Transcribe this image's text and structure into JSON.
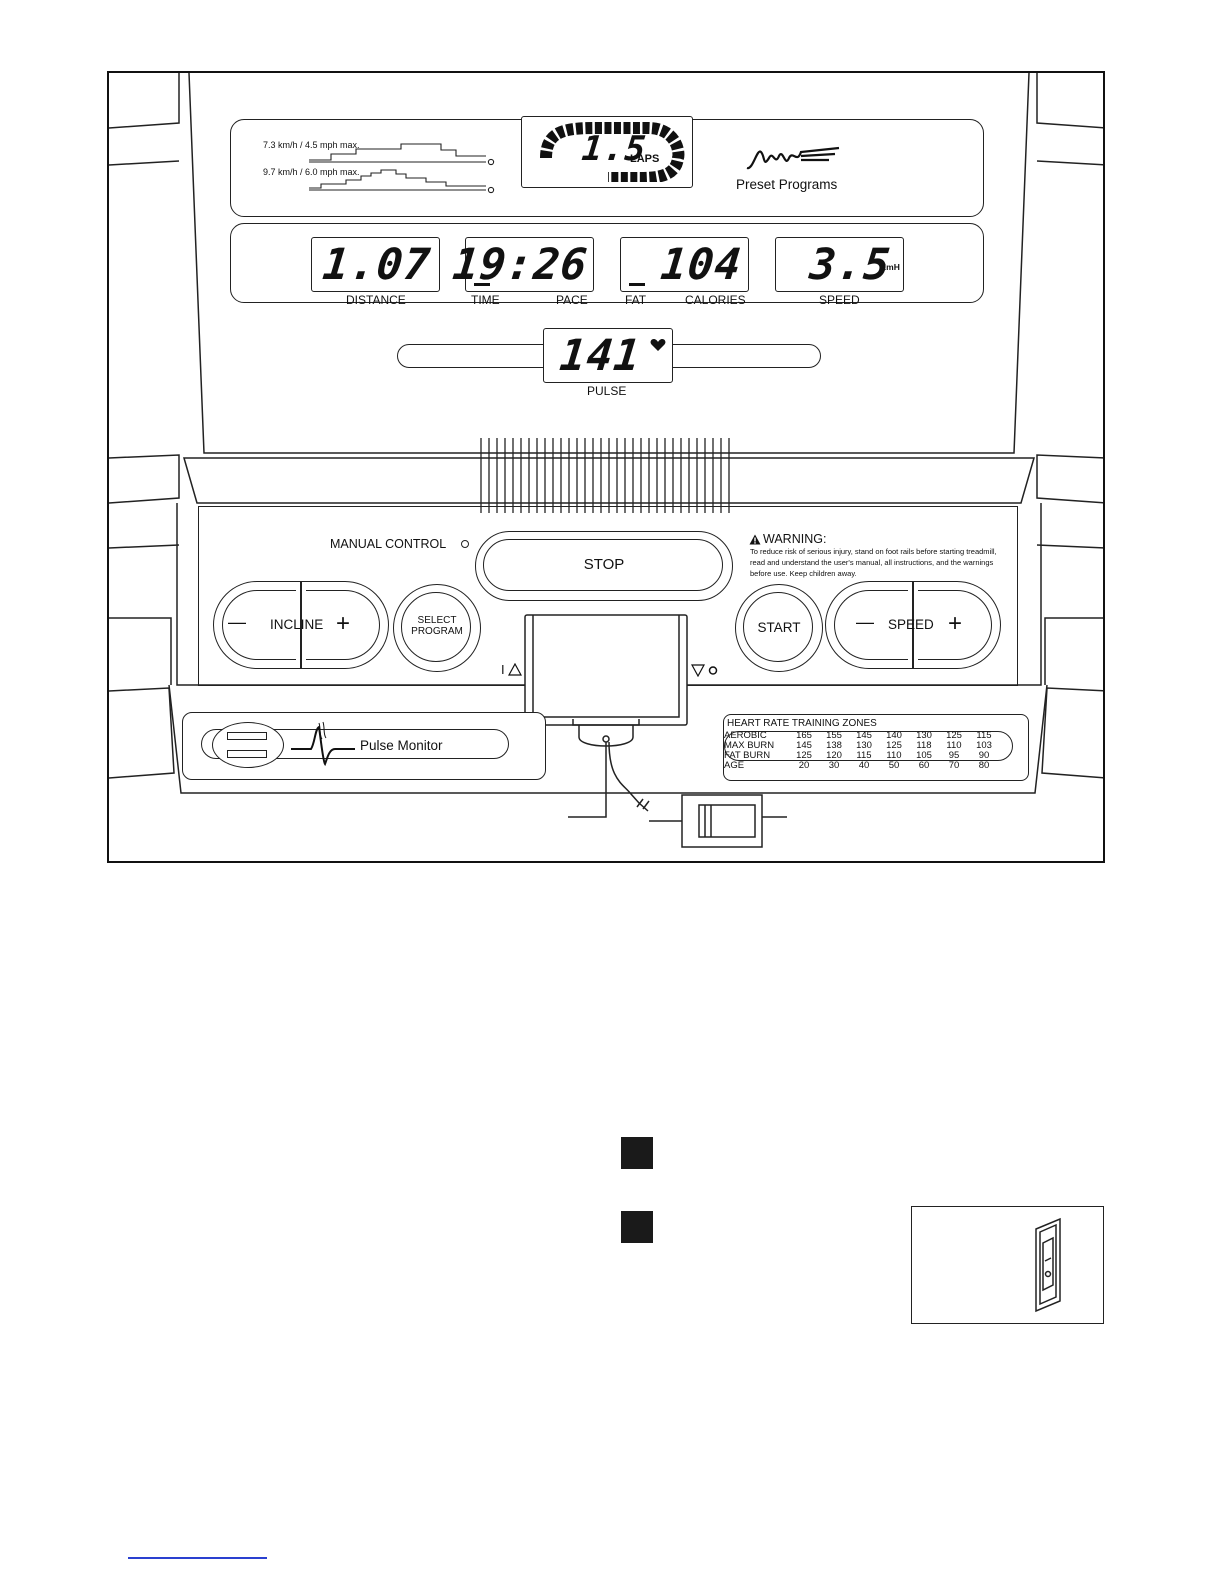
{
  "programs": {
    "profile_1": "7.3 km/h / 4.5 mph max.",
    "profile_2": "9.7 km/h / 6.0 mph max.",
    "laps_value": "1.5",
    "laps_label": "LAPS",
    "preset_label": "Preset Programs"
  },
  "displays": {
    "distance_value": "1.07",
    "time_value": "19:26",
    "calories_value": "104",
    "speed_value": "3.5",
    "speed_unit": "KmH",
    "labels": {
      "distance": "DISTANCE",
      "time": "TIME",
      "pace": "PACE",
      "fat": "FAT",
      "calories": "CALORIES",
      "speed": "SPEED"
    }
  },
  "pulse": {
    "value": "141",
    "label": "PULSE"
  },
  "controls": {
    "manual_control": "MANUAL CONTROL",
    "stop": "STOP",
    "incline": "INCLINE",
    "select_program_line1": "SELECT",
    "select_program_line2": "PROGRAM",
    "start": "START",
    "speed": "SPEED",
    "minus": "—",
    "plus": "+",
    "key_left": "I",
    "warning_title": "WARNING:",
    "warning_text_1": "To reduce risk of serious injury, stand on foot rails before starting treadmill,",
    "warning_text_2": "read and understand the user's manual, all instructions, and the warnings",
    "warning_text_3": "before use.  Keep children away."
  },
  "pulse_monitor": {
    "label": "Pulse Monitor"
  },
  "zones": {
    "title": "HEART RATE TRAINING ZONES",
    "rows": [
      {
        "name": "AEROBIC",
        "values": [
          "165",
          "155",
          "145",
          "140",
          "130",
          "125",
          "115"
        ]
      },
      {
        "name": "MAX BURN",
        "values": [
          "145",
          "138",
          "130",
          "125",
          "118",
          "110",
          "103"
        ]
      },
      {
        "name": "FAT BURN",
        "values": [
          "125",
          "120",
          "115",
          "110",
          "105",
          "95",
          "90"
        ]
      },
      {
        "name": "AGE",
        "values": [
          "20",
          "30",
          "40",
          "50",
          "60",
          "70",
          "80"
        ]
      }
    ]
  }
}
